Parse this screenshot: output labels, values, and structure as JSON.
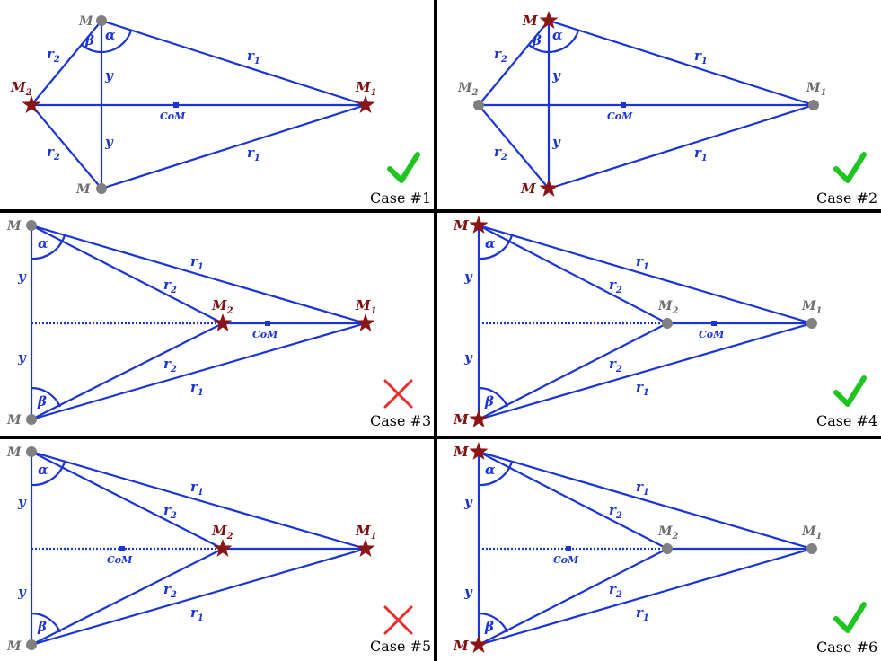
{
  "colors": {
    "line": "#1b34d6",
    "star": "#8b1414",
    "dot": "#808080",
    "check": "#1fc51f",
    "cross": "#ee2a2a",
    "divider": "#000000"
  },
  "labels": {
    "M": "M",
    "M1_base": "M",
    "M1_sub": "1",
    "M2_base": "M",
    "M2_sub": "2",
    "r1_base": "r",
    "r1_sub": "1",
    "r2_base": "r",
    "r2_sub": "2",
    "y": "y",
    "alpha": "α",
    "beta": "β",
    "com": "CoM"
  },
  "cases": [
    {
      "label": "Case #1",
      "status": "valid",
      "icon": "check-icon"
    },
    {
      "label": "Case #2",
      "status": "valid",
      "icon": "check-icon"
    },
    {
      "label": "Case #3",
      "status": "invalid",
      "icon": "cross-icon"
    },
    {
      "label": "Case #4",
      "status": "valid",
      "icon": "check-icon"
    },
    {
      "label": "Case #5",
      "status": "invalid",
      "icon": "cross-icon"
    },
    {
      "label": "Case #6",
      "status": "valid",
      "icon": "check-icon"
    }
  ]
}
